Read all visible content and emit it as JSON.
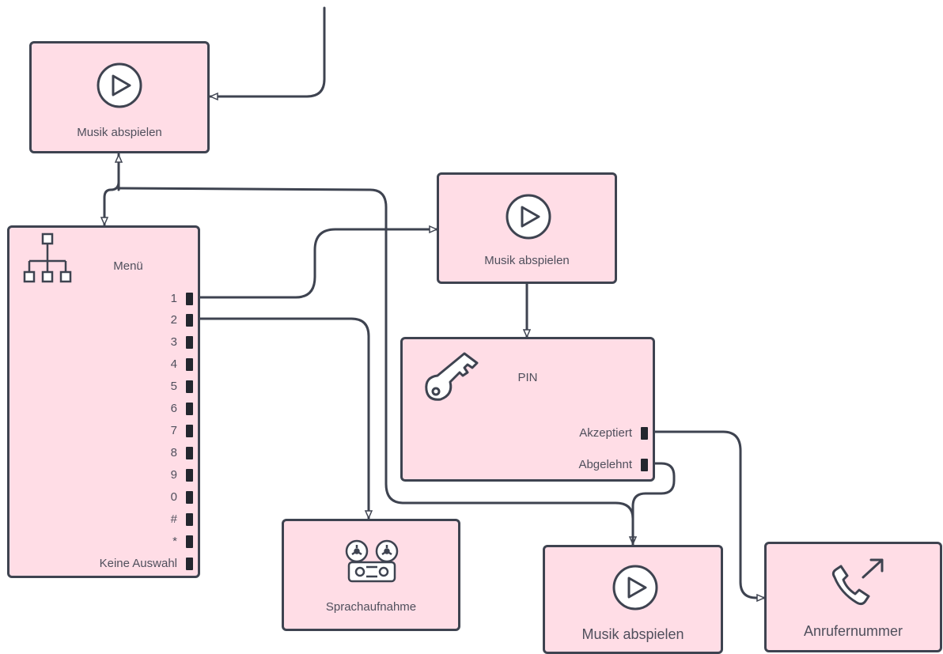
{
  "nodes": {
    "play_top": {
      "label": "Musik abspielen",
      "icon": "play-icon"
    },
    "menu": {
      "label": "Menü",
      "icon": "hierarchy-icon",
      "ports": [
        "1",
        "2",
        "3",
        "4",
        "5",
        "6",
        "7",
        "8",
        "9",
        "0",
        "#",
        "*",
        "Keine Auswahl"
      ]
    },
    "play_mid": {
      "label": "Musik abspielen",
      "icon": "play-icon"
    },
    "pin": {
      "label": "PIN",
      "icon": "key-icon",
      "ports": [
        "Akzeptiert",
        "Abgelehnt"
      ]
    },
    "record": {
      "label": "Sprachaufnahme",
      "icon": "tape-recorder-icon"
    },
    "play_bottom": {
      "label": "Musik abspielen",
      "icon": "play-icon"
    },
    "call": {
      "label": "Anrufernummer",
      "icon": "outgoing-call-icon"
    }
  },
  "colors": {
    "node_fill": "#ffdde6",
    "stroke": "#3e4350",
    "port": "#23262e"
  }
}
